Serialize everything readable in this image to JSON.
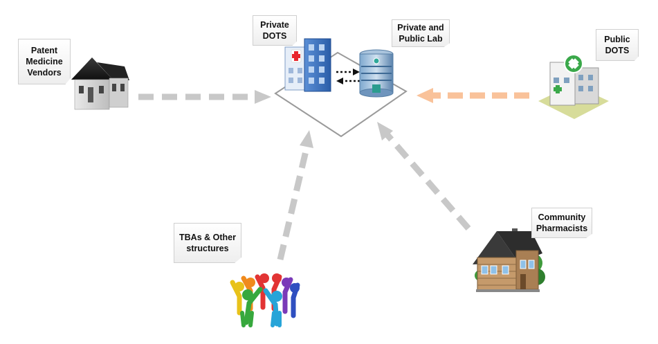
{
  "labels": {
    "patent_medicine_vendors": "Patent\nMedicine\nVendors",
    "private_dots": "Private\nDOTS",
    "private_public_lab": "Private and\nPublic  Lab",
    "public_dots": "Public\nDOTS",
    "community_pharmacists": "Community\nPharmacists",
    "tbas_other": "TBAs & Other\nstructures"
  },
  "colors": {
    "arrow_gray": "#c8c8c8",
    "arrow_orange": "#f9c29a",
    "hub_outline": "#9a9a9a",
    "cross_red": "#e8262c",
    "cross_green": "#3aa84a"
  },
  "icons": {
    "patent_medicine_vendors": "house-icon",
    "private_dots": "hospital-icon",
    "private_public_lab": "lab-building-icon",
    "public_dots": "clinic-icon",
    "community_pharmacists": "cabin-icon",
    "tbas_other": "people-circle-icon"
  }
}
